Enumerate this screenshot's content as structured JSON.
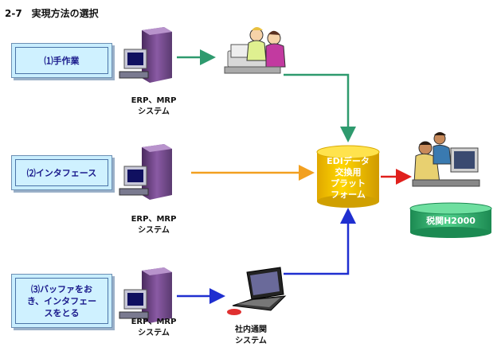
{
  "title": "2-7　実現方法の選択",
  "methods": [
    {
      "label": "⑴手作業"
    },
    {
      "label": "⑵インタフェース"
    },
    {
      "label_line1": "⑶バッファをお",
      "label_line2": "き、インタフェー",
      "label_line3": "スをとる"
    }
  ],
  "system_labels": [
    {
      "line1": "ERP、MRP",
      "line2": "システム"
    },
    {
      "line1": "ERP、MRP",
      "line2": "システム"
    },
    {
      "line1": "ERP、MRP",
      "line2": "システム"
    }
  ],
  "internal_system": {
    "line1": "社内通関",
    "line2": "システム"
  },
  "edi_platform": {
    "line1": "EDIデータ",
    "line2": "交換用",
    "line3": "プラット",
    "line4": "フォーム"
  },
  "customs": {
    "label": "税関H2000"
  },
  "colors": {
    "manual_arrow": "#2e9a6e",
    "interface_arrow": "#f2a020",
    "buffer_arrow": "#1f2fd0",
    "output_arrow": "#e0201c",
    "edi_cylinder": "#f0c000",
    "customs_cylinder": "#2aa86a"
  }
}
